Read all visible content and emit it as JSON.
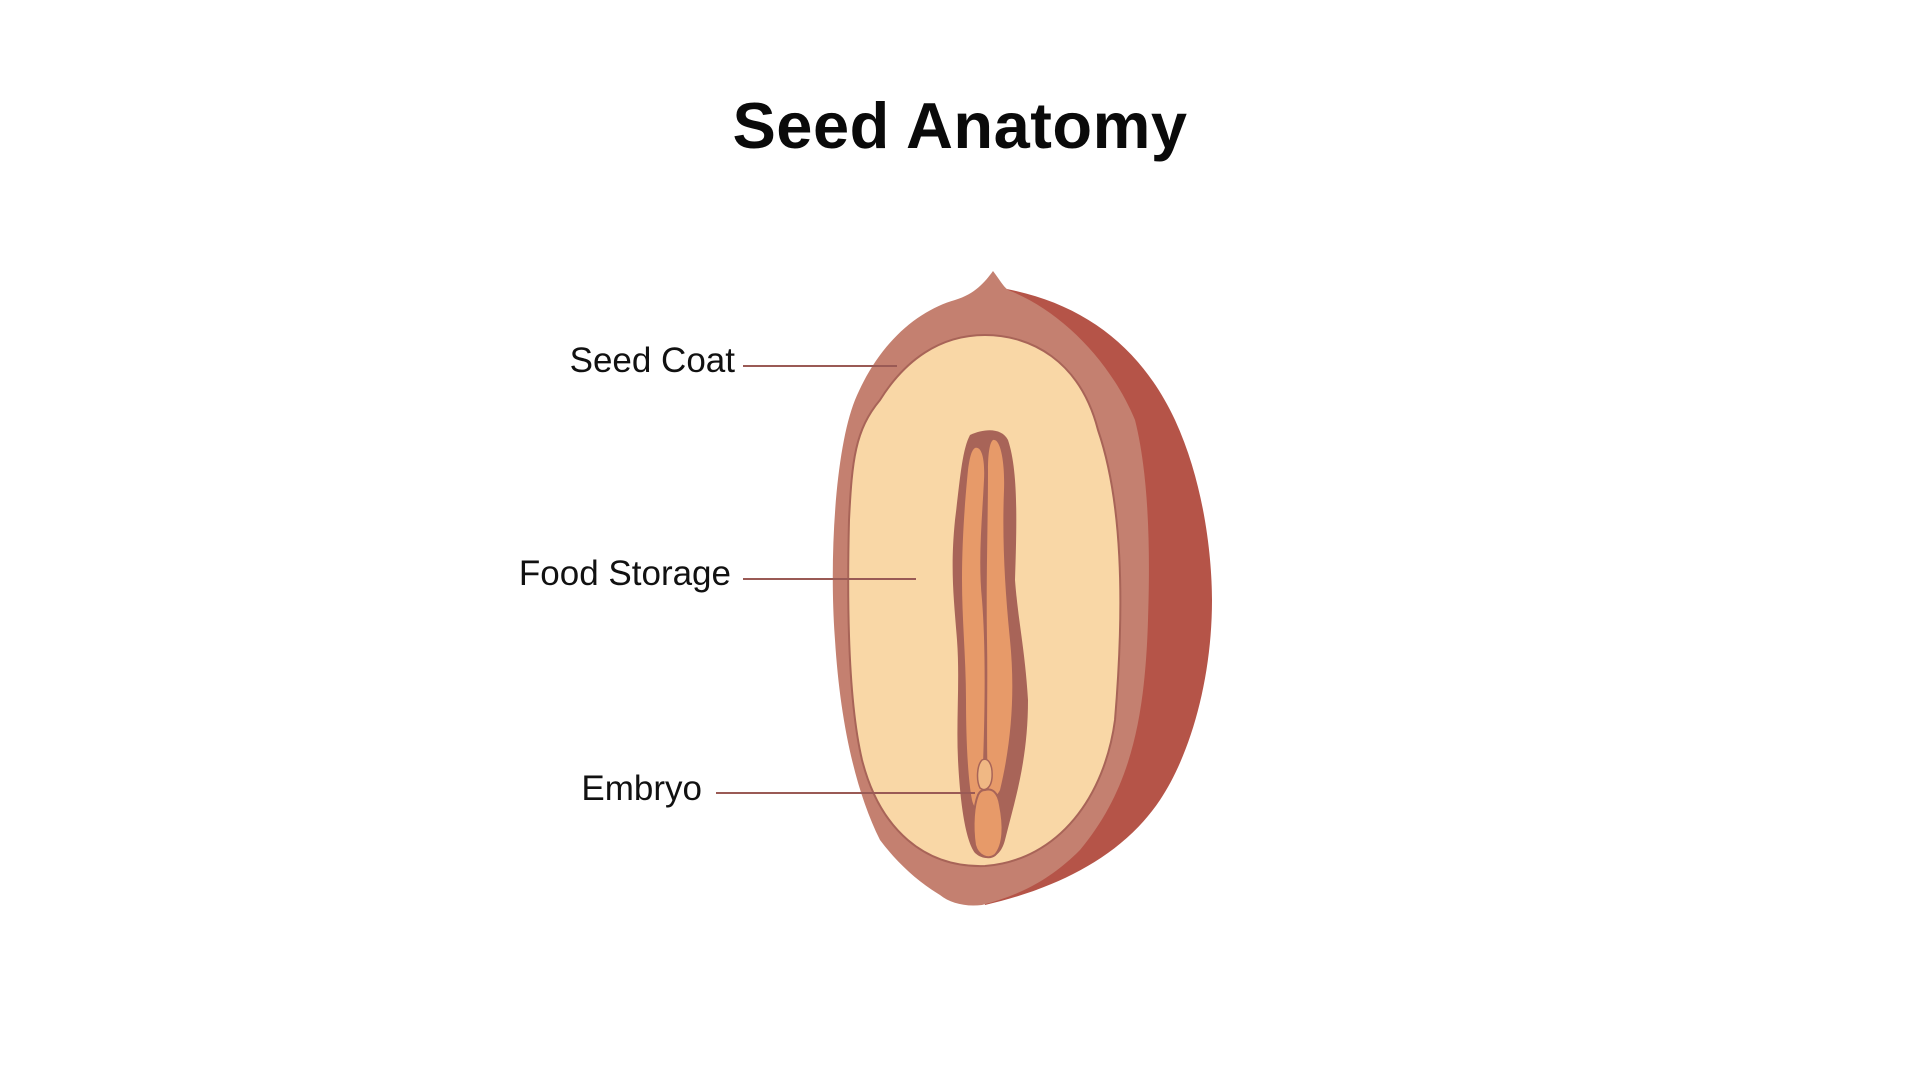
{
  "title": "Seed Anatomy",
  "labels": {
    "seed_coat": "Seed Coat",
    "food_storage": "Food Storage",
    "embryo": "Embryo"
  },
  "colors": {
    "outer_coat": "#b55448",
    "coat": "#c48070",
    "food": "#f9d7a6",
    "embryo_outline": "#a86458",
    "embryo_fill": "#e79a69",
    "leader_line": "#9a5a55"
  }
}
